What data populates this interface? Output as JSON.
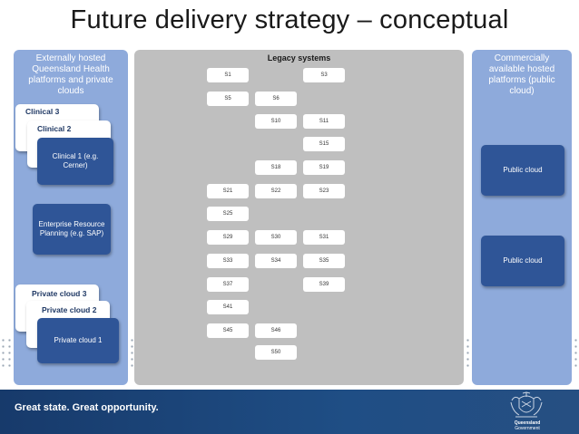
{
  "title": "Future delivery strategy – conceptual",
  "left_column": {
    "heading": "Externally hosted Queensland Health platforms and private clouds",
    "clinical_stack": [
      "Clinical 3",
      "Clinical 2",
      "Clinical 1 (e.g. Cerner)"
    ],
    "erp": "Enterprise Resource Planning (e.g. SAP)",
    "private_stack": [
      "Private cloud 3",
      "Private cloud 2",
      "Private cloud 1"
    ]
  },
  "middle_column": {
    "heading": "Legacy systems",
    "systems": [
      "S1",
      "S3",
      "S5",
      "S6",
      "S10",
      "S11",
      "S15",
      "S18",
      "S19",
      "S21",
      "S22",
      "S23",
      "S25",
      "S29",
      "S30",
      "S31",
      "S33",
      "S34",
      "S35",
      "S37",
      "S39",
      "S41",
      "S45",
      "S46",
      "S50"
    ]
  },
  "right_column": {
    "heading": "Commercially available hosted platforms (public cloud)",
    "boxes": [
      "Public cloud",
      "Public cloud"
    ]
  },
  "footer": {
    "slogan": "Great state. Great opportunity.",
    "gov_line1": "Queensland",
    "gov_line2": "Government"
  },
  "colors": {
    "column_blue": "#8eaadb",
    "box_blue": "#2f5597",
    "legacy_grey": "#bfbfbf",
    "footer_navy": "#1f4e85"
  }
}
